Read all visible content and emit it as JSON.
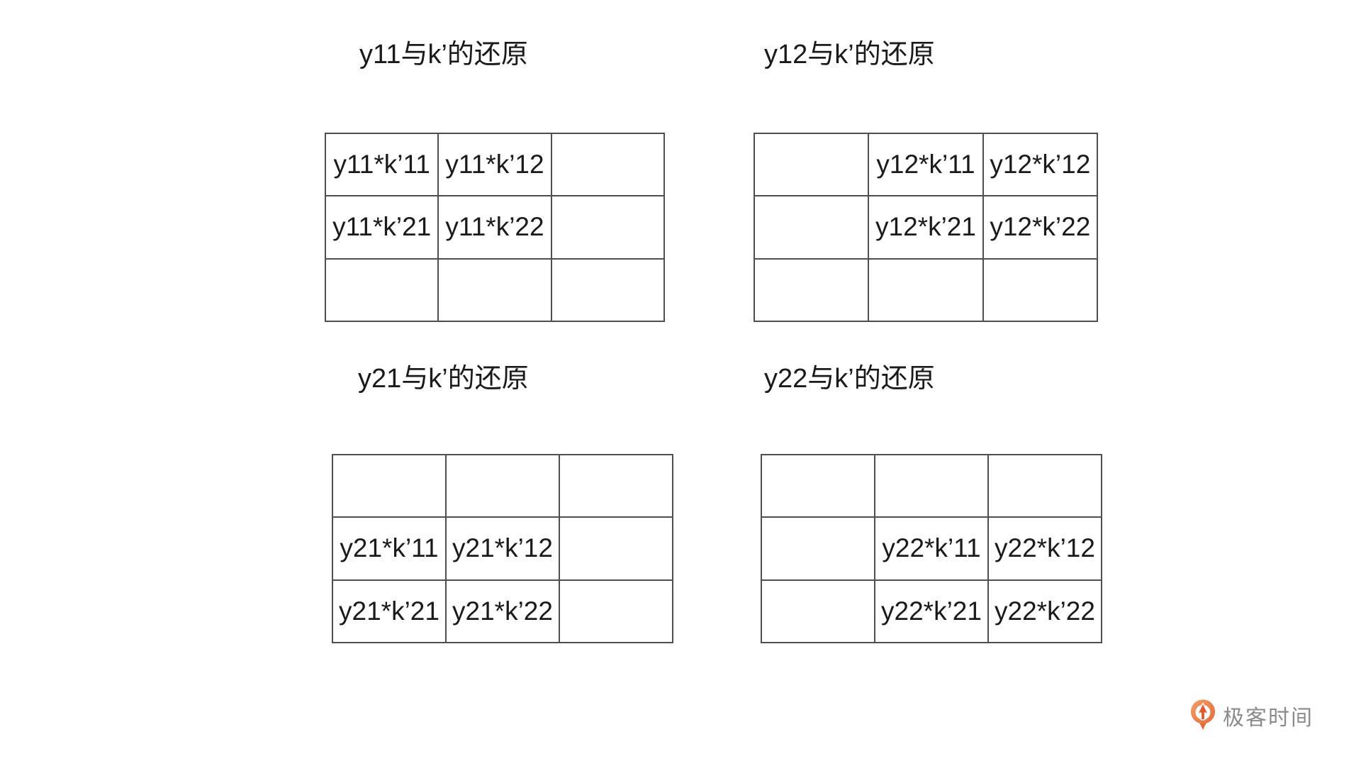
{
  "panels": [
    {
      "id": "y11",
      "title": "y11与k’的还原",
      "cells": [
        [
          "y11*k’11",
          "y11*k’12",
          ""
        ],
        [
          "y11*k’21",
          "y11*k’22",
          ""
        ],
        [
          "",
          "",
          ""
        ]
      ]
    },
    {
      "id": "y12",
      "title": "y12与k’的还原",
      "cells": [
        [
          "",
          "y12*k’11",
          "y12*k’12"
        ],
        [
          "",
          "y12*k’21",
          "y12*k’22"
        ],
        [
          "",
          "",
          ""
        ]
      ]
    },
    {
      "id": "y21",
      "title": "y21与k’的还原",
      "cells": [
        [
          "",
          "",
          ""
        ],
        [
          "y21*k’11",
          "y21*k’12",
          ""
        ],
        [
          "y21*k’21",
          "y21*k’22",
          ""
        ]
      ]
    },
    {
      "id": "y22",
      "title": "y22与k’的还原",
      "cells": [
        [
          "",
          "",
          ""
        ],
        [
          "",
          "y22*k’11",
          "y22*k’12"
        ],
        [
          "",
          "y22*k’21",
          "y22*k’22"
        ]
      ]
    }
  ],
  "logo": {
    "text": "极客时间",
    "icon": "geektime-icon"
  },
  "colors": {
    "line": "#4f4f4f",
    "text": "#1a1a1a",
    "logo_text": "#8b8b8b",
    "logo_orange_light": "#F2A06B",
    "logo_orange": "#E56A36",
    "logo_arrow": "#E2572B",
    "background": "#ffffff"
  }
}
